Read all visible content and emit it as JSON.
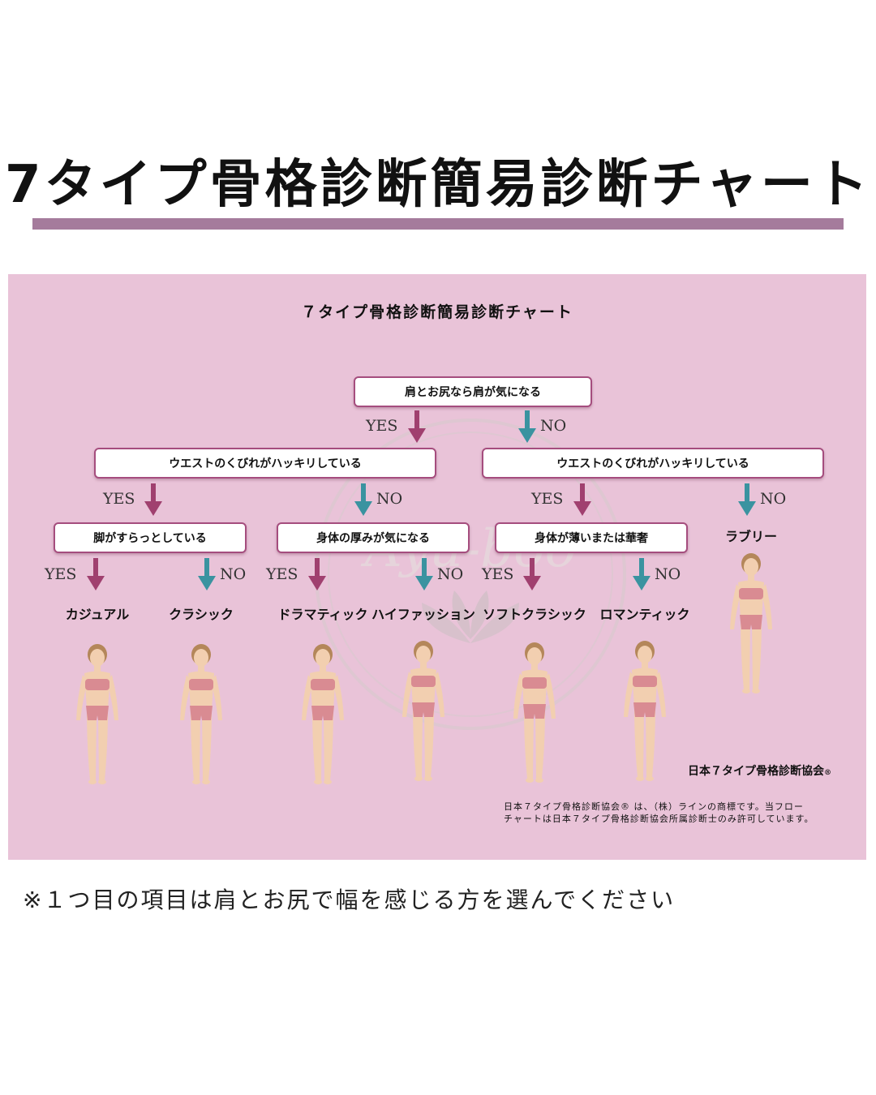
{
  "header": {
    "title": "7タイプ骨格診断簡易診断チャート"
  },
  "chart": {
    "title": "７タイプ骨格診断簡易診断チャート",
    "watermark": "Ayu-boo",
    "root_question": "肩とお尻なら肩が気になる",
    "yes_label": "YES",
    "no_label": "NO",
    "level2": {
      "left_question": "ウエストのくびれがハッキリしている",
      "right_question": "ウエストのくびれがハッキリしている"
    },
    "level3": {
      "q1": "脚がすらっとしている",
      "q2": "身体の厚みが気になる",
      "q3": "身体が薄いまたは華奢"
    },
    "results": {
      "casual": "カジュアル",
      "classic": "クラシック",
      "dramatic": "ドラマティック",
      "high_fashion": "ハイファッション",
      "soft_classic": "ソフトクラシック",
      "romantic": "ロマンティック",
      "lovely": "ラブリー"
    },
    "association": "日本７タイプ骨格診断協会",
    "registered_mark": "®",
    "note_line1": "日本７タイプ骨格診断協会® は、（株）ラインの商標です。当フロー",
    "note_line2": "チャートは日本７タイプ骨格診断協会所属診断士のみ許可しています。",
    "colors": {
      "yes_arrow": "#a0406f",
      "no_arrow": "#3a93a0",
      "panel": "#e9c3d8",
      "box_border": "#a54d7e"
    }
  },
  "footnote": "※１つ目の項目は肩とお尻で幅を感じる方を選んでください"
}
